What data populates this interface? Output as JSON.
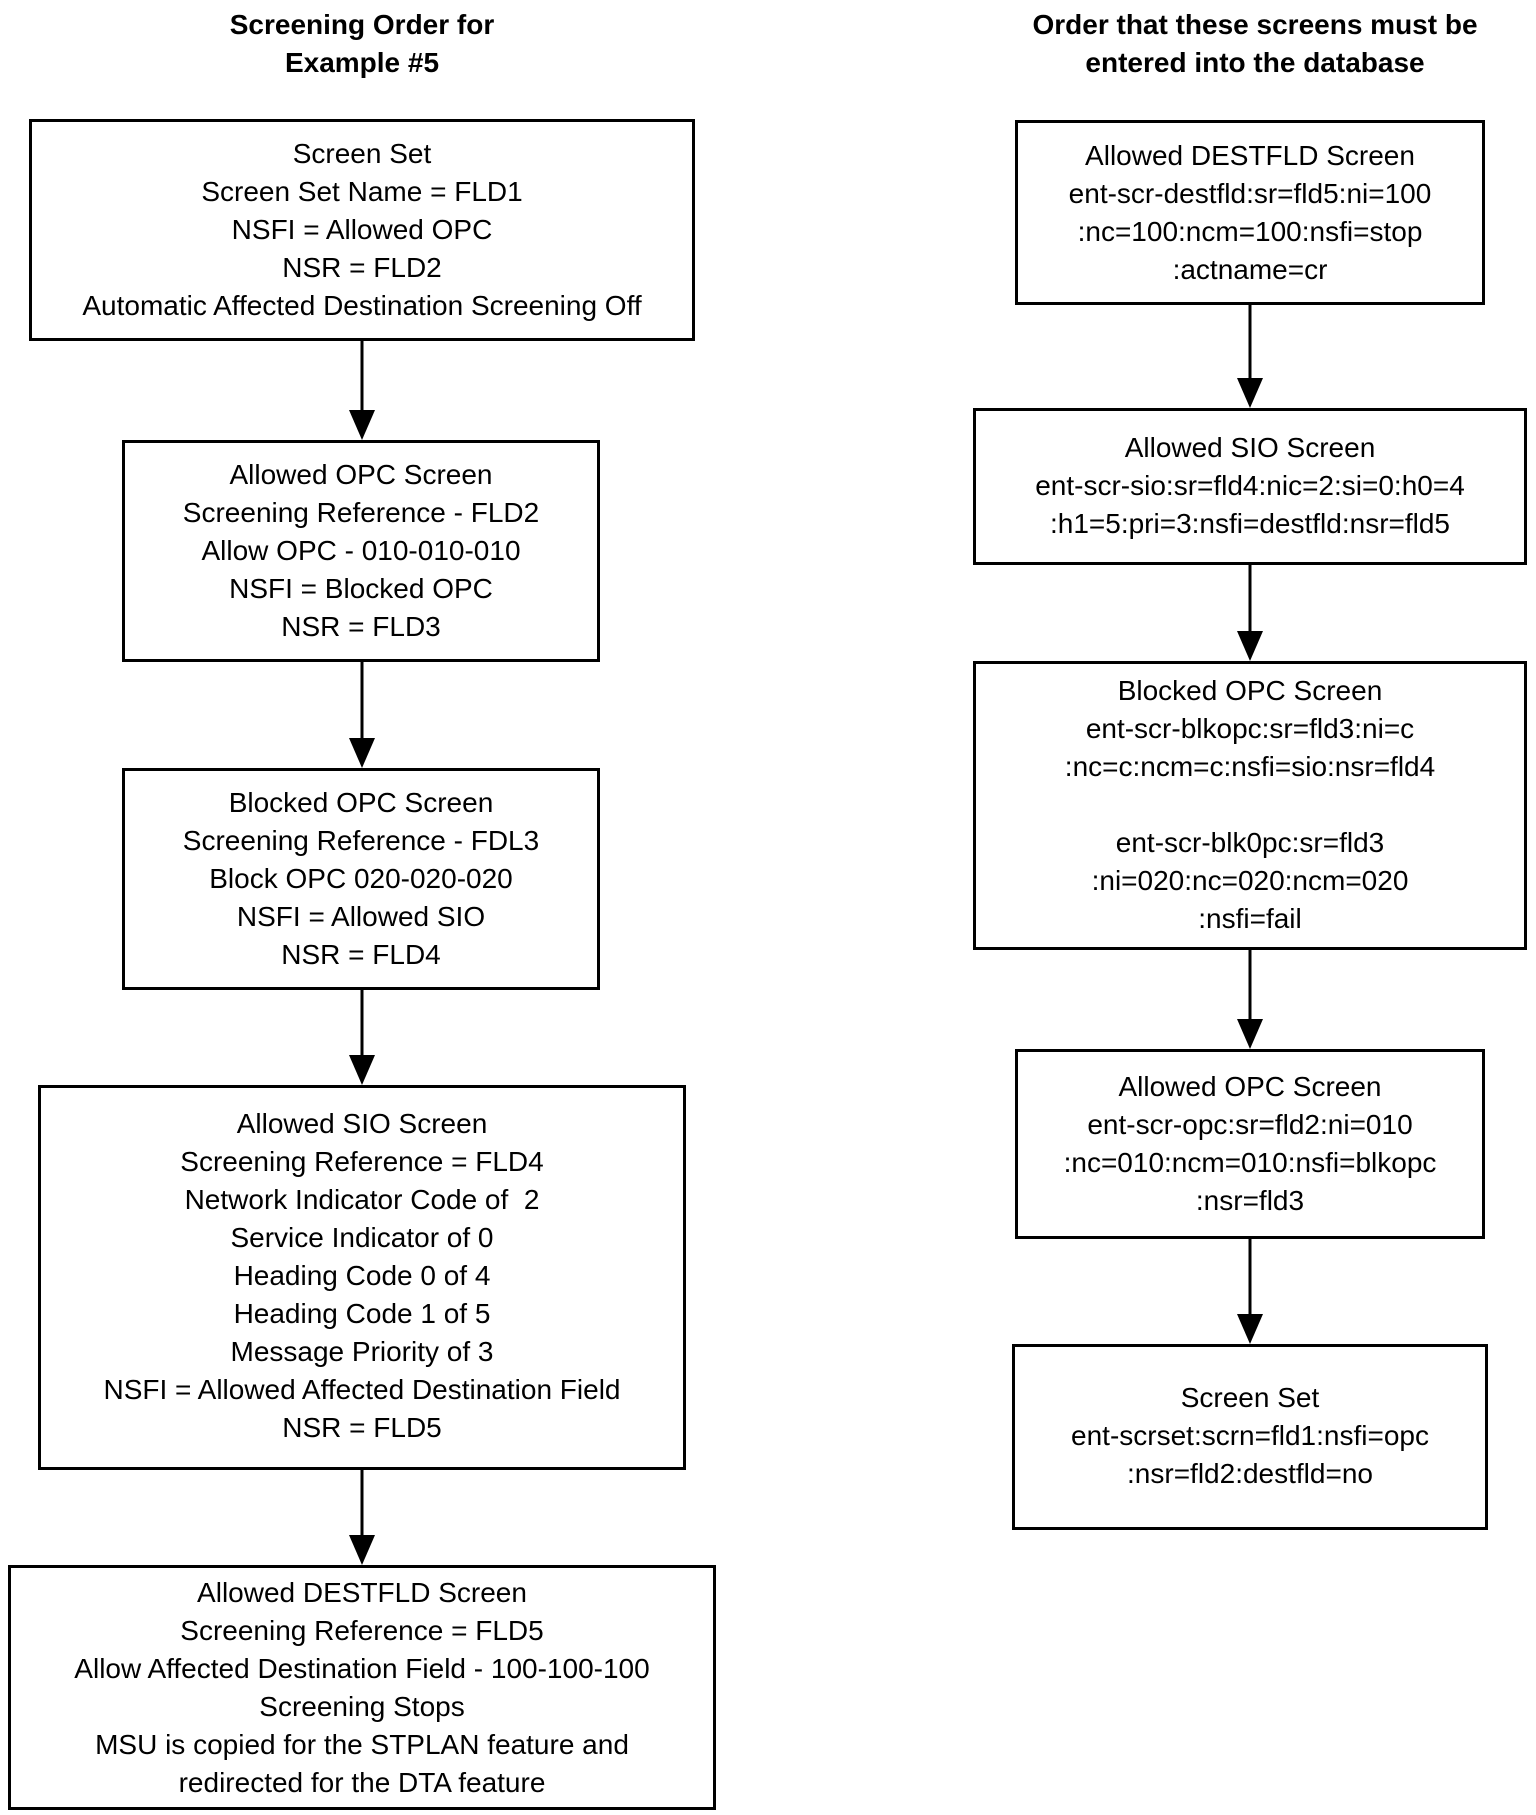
{
  "left": {
    "title_lines": [
      "Screening Order for",
      "Example #5"
    ],
    "boxes": [
      {
        "name": "screen-set",
        "lines": [
          "Screen Set",
          "Screen Set Name = FLD1",
          "NSFI = Allowed OPC",
          "NSR = FLD2",
          "Automatic Affected Destination Screening Off"
        ]
      },
      {
        "name": "allowed-opc-screen",
        "lines": [
          "Allowed OPC Screen",
          "Screening Reference - FLD2",
          "Allow OPC - 010-010-010",
          "NSFI = Blocked OPC",
          "NSR = FLD3"
        ]
      },
      {
        "name": "blocked-opc-screen",
        "lines": [
          "Blocked OPC Screen",
          "Screening Reference - FDL3",
          "Block OPC 020-020-020",
          "NSFI = Allowed SIO",
          "NSR = FLD4"
        ]
      },
      {
        "name": "allowed-sio-screen",
        "lines": [
          "Allowed SIO Screen",
          "Screening Reference = FLD4",
          "Network Indicator Code of  2",
          "Service Indicator of 0",
          "Heading Code 0 of 4",
          "Heading Code 1 of 5",
          "Message Priority of 3",
          "NSFI = Allowed Affected Destination Field",
          "NSR = FLD5"
        ]
      },
      {
        "name": "allowed-destfld-screen",
        "lines": [
          "Allowed DESTFLD Screen",
          "Screening Reference = FLD5",
          "Allow Affected Destination Field - 100-100-100",
          "Screening Stops",
          "MSU is copied for the STPLAN feature and",
          "redirected for the DTA feature"
        ]
      }
    ]
  },
  "right": {
    "title_lines": [
      "Order that these screens must be",
      "entered into the database"
    ],
    "boxes": [
      {
        "name": "cmd-allowed-destfld",
        "lines": [
          "Allowed DESTFLD Screen",
          "ent-scr-destfld:sr=fld5:ni=100",
          ":nc=100:ncm=100:nsfi=stop",
          ":actname=cr"
        ]
      },
      {
        "name": "cmd-allowed-sio",
        "lines": [
          "Allowed SIO Screen",
          "ent-scr-sio:sr=fld4:nic=2:si=0:h0=4",
          ":h1=5:pri=3:nsfi=destfld:nsr=fld5"
        ]
      },
      {
        "name": "cmd-blocked-opc",
        "lines": [
          "Blocked OPC Screen",
          "ent-scr-blkopc:sr=fld3:ni=c",
          ":nc=c:ncm=c:nsfi=sio:nsr=fld4",
          "",
          "ent-scr-blk0pc:sr=fld3",
          ":ni=020:nc=020:ncm=020",
          ":nsfi=fail"
        ]
      },
      {
        "name": "cmd-allowed-opc",
        "lines": [
          "Allowed OPC Screen",
          "ent-scr-opc:sr=fld2:ni=010",
          ":nc=010:ncm=010:nsfi=blkopc",
          ":nsr=fld3"
        ]
      },
      {
        "name": "cmd-screen-set",
        "lines": [
          "Screen Set",
          "ent-scrset:scrn=fld1:nsfi=opc",
          ":nsr=fld2:destfld=no"
        ]
      }
    ]
  },
  "colors": {
    "ink": "#000000",
    "background": "#ffffff"
  }
}
